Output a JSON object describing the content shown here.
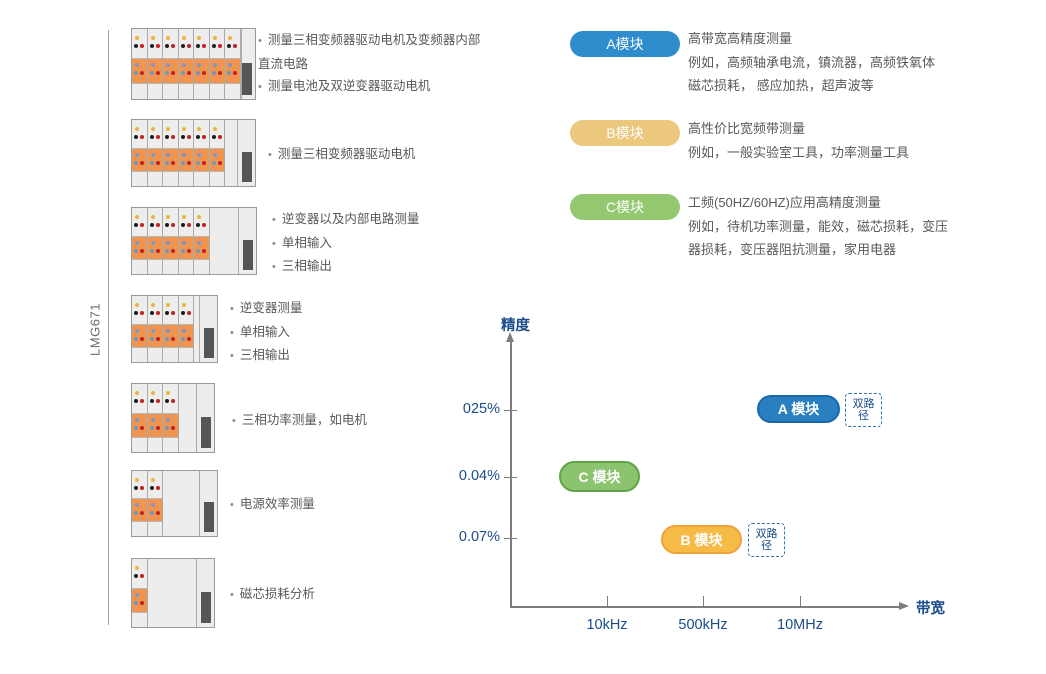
{
  "device": {
    "label": "LMG671"
  },
  "modules": [
    {
      "channels": 7,
      "lines": [
        {
          "bullet": true,
          "text": "测量三相变频器驱动电机及变频器内部"
        },
        {
          "bullet": false,
          "text": "直流电路"
        },
        {
          "bullet": true,
          "text": "测量电池及双逆变器驱动电机"
        }
      ]
    },
    {
      "channels": 6,
      "lines": [
        {
          "bullet": true,
          "text": "测量三相变频器驱动电机"
        }
      ]
    },
    {
      "channels": 5,
      "lines": [
        {
          "bullet": true,
          "text": "逆变器以及内部电路测量"
        },
        {
          "bullet": true,
          "text": "单相输入"
        },
        {
          "bullet": true,
          "text": "三相输出"
        }
      ]
    },
    {
      "channels": 4,
      "lines": [
        {
          "bullet": true,
          "text": "逆变器测量"
        },
        {
          "bullet": true,
          "text": "单相输入"
        },
        {
          "bullet": true,
          "text": "三相输出"
        }
      ]
    },
    {
      "channels": 3,
      "lines": [
        {
          "bullet": true,
          "text": "三相功率测量，如电机"
        }
      ]
    },
    {
      "channels": 2,
      "lines": [
        {
          "bullet": true,
          "text": "电源效率测量"
        }
      ]
    },
    {
      "channels": 1,
      "lines": [
        {
          "bullet": true,
          "text": "磁芯损耗分析"
        }
      ]
    }
  ],
  "legend": [
    {
      "label": "A模块",
      "color": "#2f8ccc",
      "lines": [
        "高带宽高精度测量",
        "例如，高频轴承电流，镇流器，高频铁氧体",
        "磁芯损耗， 感应加热，超声波等"
      ]
    },
    {
      "label": "B模块",
      "color": "#ebc87d",
      "lines": [
        "高性价比宽频带测量",
        "例如，一般实验室工具，功率测量工具"
      ]
    },
    {
      "label": "C模块",
      "color": "#93c871",
      "lines": [
        "工频(50HZ/60HZ)应用高精度测量",
        "例如，待机功率测量，能效，磁芯损耗，变压",
        "器损耗，变压器阻抗测量，家用电器"
      ]
    }
  ],
  "chart_data": {
    "type": "scatter",
    "title": "",
    "xlabel": "带宽",
    "ylabel": "精度",
    "x_ticks": [
      "10kHz",
      "500kHz",
      "10MHz"
    ],
    "y_ticks": [
      "025%",
      "0.04%",
      "0.07%"
    ],
    "dual_path_label": {
      "line1": "双路",
      "line2": "径"
    },
    "points": [
      {
        "label": "A 模块",
        "bandwidth": "10MHz",
        "accuracy": "0.025%",
        "color": "#2a7fc1",
        "dual_path": true
      },
      {
        "label": "C 模块",
        "bandwidth": "10kHz",
        "accuracy": "0.04%",
        "color": "#8cc36f",
        "dual_path": false
      },
      {
        "label": "B 模块",
        "bandwidth": "500kHz",
        "accuracy": "0.07%",
        "color": "#f6ba47",
        "dual_path": true
      }
    ],
    "legend_position": "none",
    "grid": false
  },
  "colors": {
    "accent_navy": "#1b4d8a",
    "text_gray": "#595959",
    "module_orange": "#f0954f",
    "axis_gray": "#7d7d7d",
    "dot_yellow": "#f0b33e",
    "dot_red": "#c8201e",
    "dot_black": "#1f1f1f",
    "dot_blue": "#7e98c5",
    "dark_slot": "#555555"
  }
}
